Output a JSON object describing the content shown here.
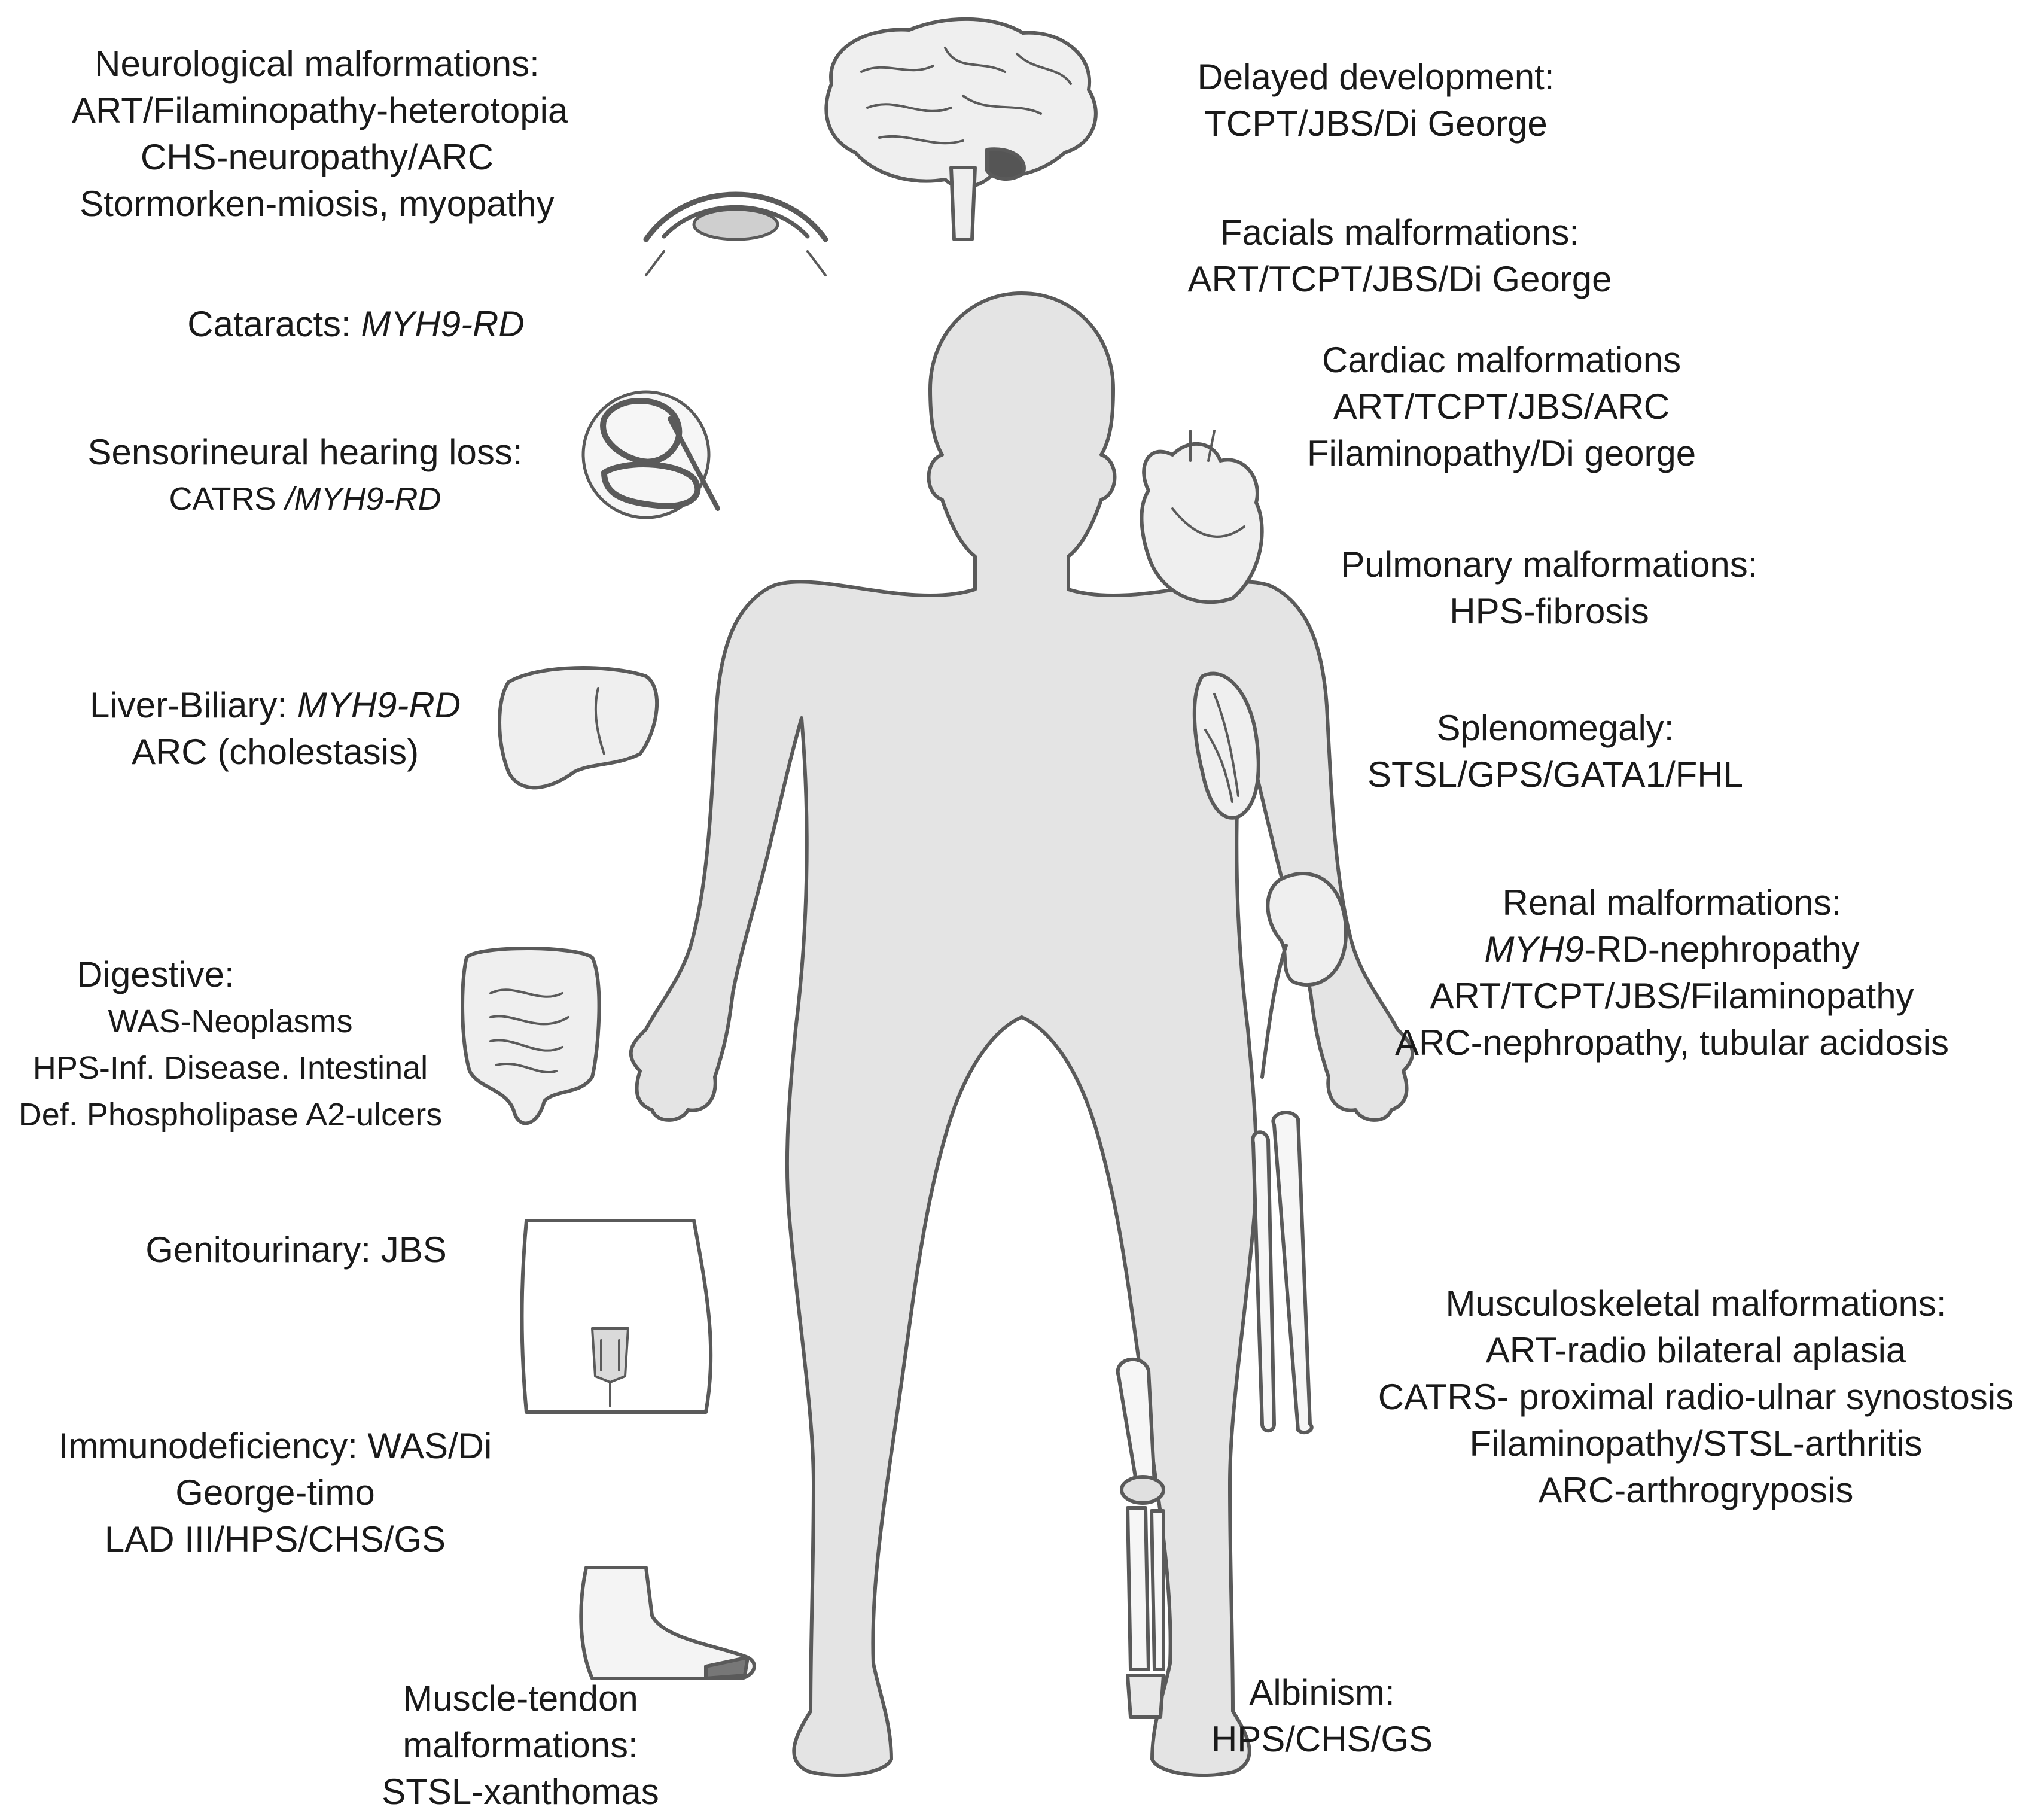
{
  "colors": {
    "body_fill": "#e4e4e4",
    "outline": "#5a5a5a",
    "organ_fill": "#efefef",
    "text": "#1a1a1a"
  },
  "icons": [
    "brain-icon",
    "eye-icon",
    "inner-ear-icon",
    "liver-icon",
    "intestine-icon",
    "pelvis-icon",
    "foot-icon",
    "heart-icon",
    "lung-icon",
    "kidney-icon",
    "forearm-bones-icon",
    "leg-bones-icon"
  ],
  "labels": {
    "neuro": {
      "title": "Neurological malformations:",
      "l1": "ART/Filaminopathy-heterotopia",
      "l2": "CHS-neuropathy/ARC",
      "l3": "Stormorken-miosis, myopathy"
    },
    "cataracts": {
      "prefix": "Cataracts: ",
      "gene": "MYH9-RD"
    },
    "hearing": {
      "title": "Sensorineural hearing loss:",
      "prefix": "CATRS ",
      "gene": "/MYH9-RD"
    },
    "liver": {
      "prefix": "Liver-Biliary: ",
      "gene": "MYH9-RD",
      "l2": "ARC (cholestasis)"
    },
    "digestive": {
      "title": "Digestive:",
      "l1": "WAS-Neoplasms",
      "l2": "HPS-Inf. Disease. Intestinal",
      "l3": "Def. Phospholipase A2-ulcers"
    },
    "genito": {
      "title": "Genitourinary: JBS"
    },
    "immuno": {
      "l1": "Immunodeficiency: WAS/Di",
      "l2": "George-timo",
      "l3": "LAD III/HPS/CHS/GS"
    },
    "muscle": {
      "l1": "Muscle-tendon",
      "l2": "malformations:",
      "l3": "STSL-xanthomas"
    },
    "delayed": {
      "title": "Delayed development:",
      "l1": "TCPT/JBS/Di George"
    },
    "facial": {
      "title": "Facials malformations:",
      "l1": "ART/TCPT/JBS/Di George"
    },
    "cardiac": {
      "title": "Cardiac malformations",
      "l1": "ART/TCPT/JBS/ARC",
      "l2": "Filaminopathy/Di george"
    },
    "pulmonary": {
      "title": "Pulmonary malformations:",
      "l1": "HPS-fibrosis"
    },
    "spleen": {
      "title": "Splenomegaly:",
      "l1": "STSL/GPS/GATA1/FHL"
    },
    "renal": {
      "title": "Renal malformations:",
      "gene": "MYH9",
      "l1_suffix": "-RD-nephropathy",
      "l2": "ART/TCPT/JBS/Filaminopathy",
      "l3": "ARC-nephropathy, tubular acidosis"
    },
    "musculo": {
      "title": "Musculoskeletal malformations:",
      "l1": "ART-radio bilateral aplasia",
      "l2": "CATRS- proximal radio-ulnar synostosis",
      "l3": "Filaminopathy/STSL-arthritis",
      "l4": "ARC-arthrogryposis"
    },
    "albinism": {
      "title": "Albinism:",
      "l1": "HPS/CHS/GS"
    }
  }
}
